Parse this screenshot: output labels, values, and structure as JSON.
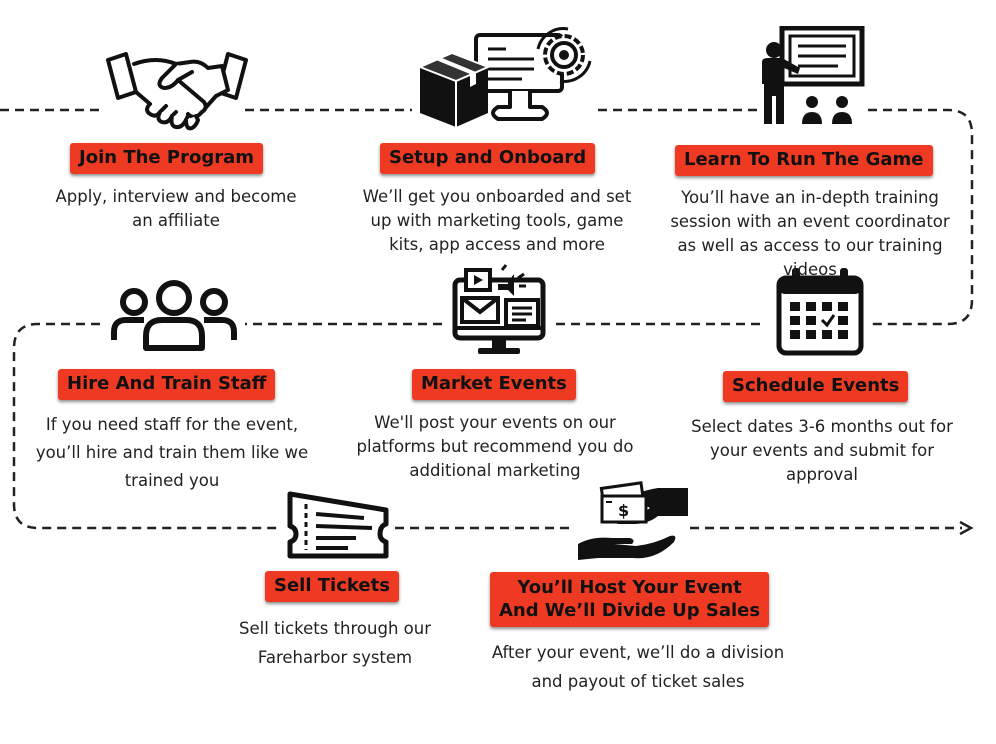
{
  "steps": [
    {
      "title": "Join The Program",
      "description": "Apply, interview and become an affiliate",
      "icon": "handshake-icon"
    },
    {
      "title": "Setup and Onboard",
      "description": "We’ll get you onboarded and set up with marketing tools, game kits, app access and more",
      "icon": "onboarding-box-monitor-icon"
    },
    {
      "title": "Learn To Run The Game",
      "description": "You’ll have an in-depth training session with an event coordinator as well as access to our training videos",
      "icon": "training-presentation-icon"
    },
    {
      "title": "Schedule Events",
      "description": "Select dates 3-6 months out for your events and submit for approval",
      "icon": "calendar-icon"
    },
    {
      "title": "Market Events",
      "description": "We'll post your events on our platforms but recommend you do additional marketing",
      "icon": "digital-marketing-monitor-icon"
    },
    {
      "title": "Hire And Train Staff",
      "description": "If you need staff for the event, you’ll hire and train them like we trained you",
      "icon": "team-people-icon"
    },
    {
      "title": "Sell Tickets",
      "description": "Sell tickets through our Fareharbor system",
      "icon": "ticket-icon"
    },
    {
      "title_line1": "You’ll Host Your Event",
      "title_line2": "And We’ll Divide Up Sales",
      "description": "After your event, we’ll do a division and payout of ticket sales",
      "icon": "money-hands-icon"
    }
  ],
  "colors": {
    "label_bg": "#ee3a23",
    "ink": "#111111",
    "connector": "#222222"
  }
}
